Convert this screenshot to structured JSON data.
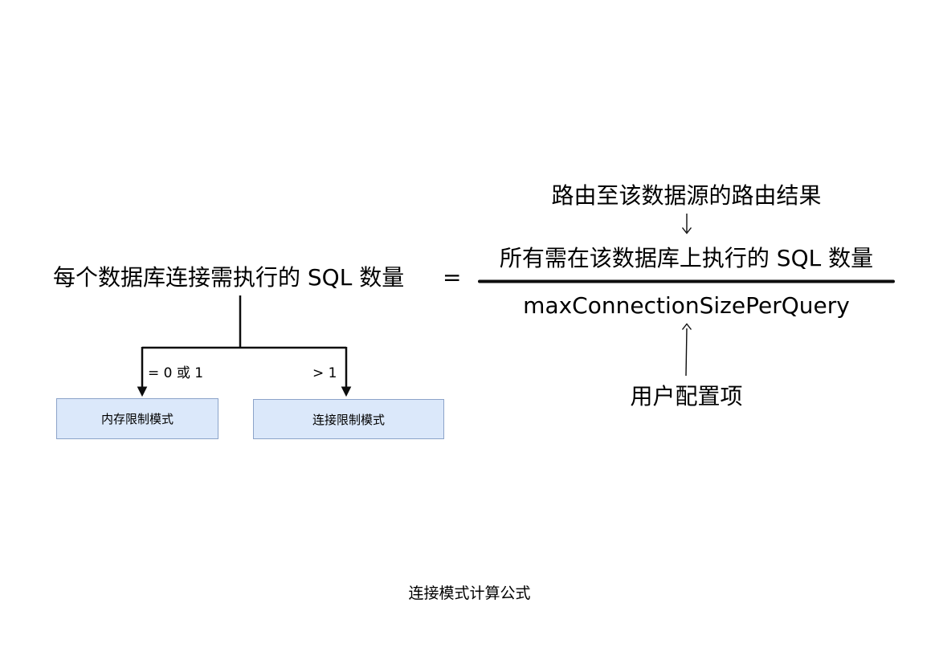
{
  "formula": {
    "left_label": "每个数据库连接需执行的 SQL 数量",
    "equals": "=",
    "numerator_annotation": "路由至该数据源的路由结果",
    "numerator": "所有需在该数据库上执行的 SQL 数量",
    "denominator": "maxConnectionSizePerQuery",
    "denominator_annotation": "用户配置项"
  },
  "branches": {
    "left_condition": "= 0 或 1",
    "right_condition": "> 1",
    "left_box_label": "内存限制模式",
    "right_box_label": "连接限制模式"
  },
  "caption": "连接模式计算公式",
  "colors": {
    "box_fill": "#dbe8fa",
    "box_border": "#8ca3c9",
    "line_color": "#0d0d0d",
    "text_color": "#000000",
    "bg_color": "#ffffff"
  }
}
